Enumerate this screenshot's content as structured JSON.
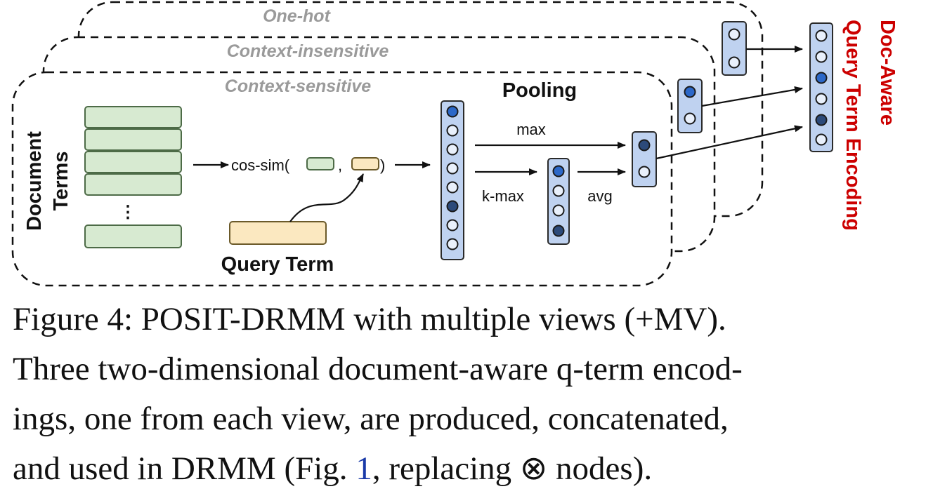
{
  "views": {
    "one_hot": "One-hot",
    "context_insensitive": "Context-insensitive",
    "context_sensitive": "Context-sensitive"
  },
  "labels": {
    "document_terms": [
      "Document",
      "Terms"
    ],
    "query_term": "Query Term",
    "pooling": "Pooling",
    "cos_sim_open": "cos-sim(",
    "cos_sim_comma": ",",
    "cos_sim_close": ")",
    "max": "max",
    "k_max": "k-max",
    "avg": "avg",
    "ellipsis": "⋮",
    "output": [
      "Doc-Aware",
      "Query Term Encoding"
    ]
  },
  "caption": {
    "line1_a": "Figure 4:  ",
    "line1_b": "POSIT-DRMM",
    "line1_c": " with multiple views (+",
    "line1_d": "MV",
    "line1_e": ").",
    "line2": "Three two-dimensional document-aware q-term encod-",
    "line3": "ings, one from each view, are produced, concatenated,",
    "line4_a": "and used in ",
    "line4_b": "DRMM",
    "line4_c": " (Fig. ",
    "line4_d": "1",
    "line4_e": ", replacing ⊗ nodes)."
  },
  "colors": {
    "doc_term_fill": "#d7ead1",
    "doc_term_stroke": "#4d6b47",
    "query_term_fill": "#fbe8c0",
    "query_term_stroke": "#6b5a2a",
    "vector_fill": "#bfd2f0",
    "vector_stroke": "#2a2a2a",
    "node_filled_dark": "#2c4a7a",
    "node_filled_blue": "#2c68c8",
    "node_empty": "#e9f0fb",
    "view_label": "#9a9a9a",
    "output_label": "#cc0000",
    "link": "#1a3aa8"
  }
}
